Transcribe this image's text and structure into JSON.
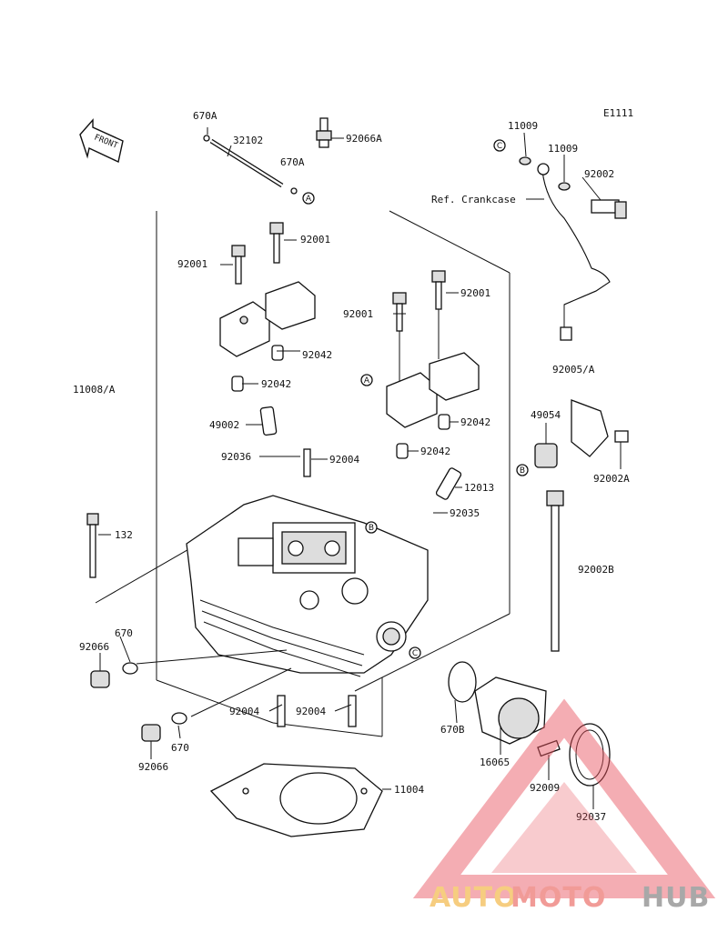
{
  "diagram": {
    "code": "E1111",
    "front_label": "FRONT",
    "ref_label": "Ref. Crankcase",
    "circle_markers": [
      "A",
      "B",
      "C"
    ]
  },
  "parts": {
    "p670a_top": "670A",
    "p32102": "32102",
    "p670a_mid": "670A",
    "p92066a": "92066A",
    "p11009_a": "11009",
    "p11009_b": "11009",
    "p92002": "92002",
    "p92001_a": "92001",
    "p92001_b": "92001",
    "p92001_c": "92001",
    "p92001_d": "92001",
    "p92042_a": "92042",
    "p92042_b": "92042",
    "p92042_c": "92042",
    "p92042_d": "92042",
    "p11008a": "11008/A",
    "p49002": "49002",
    "p92036": "92036",
    "p92004_a": "92004",
    "p12013": "12013",
    "p92035": "92035",
    "p92005a": "92005/A",
    "p49054": "49054",
    "p92002a": "92002A",
    "p132": "132",
    "p92002b": "92002B",
    "p670_a": "670",
    "p92066_a": "92066",
    "p92004_b": "92004",
    "p92004_c": "92004",
    "p670b": "670B",
    "p670_b": "670",
    "p92066_b": "92066",
    "p16065": "16065",
    "p92009": "92009",
    "p11004": "11004",
    "p92037": "92037"
  },
  "watermark": {
    "part1": "AUTO",
    "part2": "MOTO",
    "part3": "HUB",
    "colors": {
      "auto": "#f5c56a",
      "moto": "#ef8a86",
      "hub": "#9a9a9a",
      "triangle": "#e8505b"
    }
  }
}
